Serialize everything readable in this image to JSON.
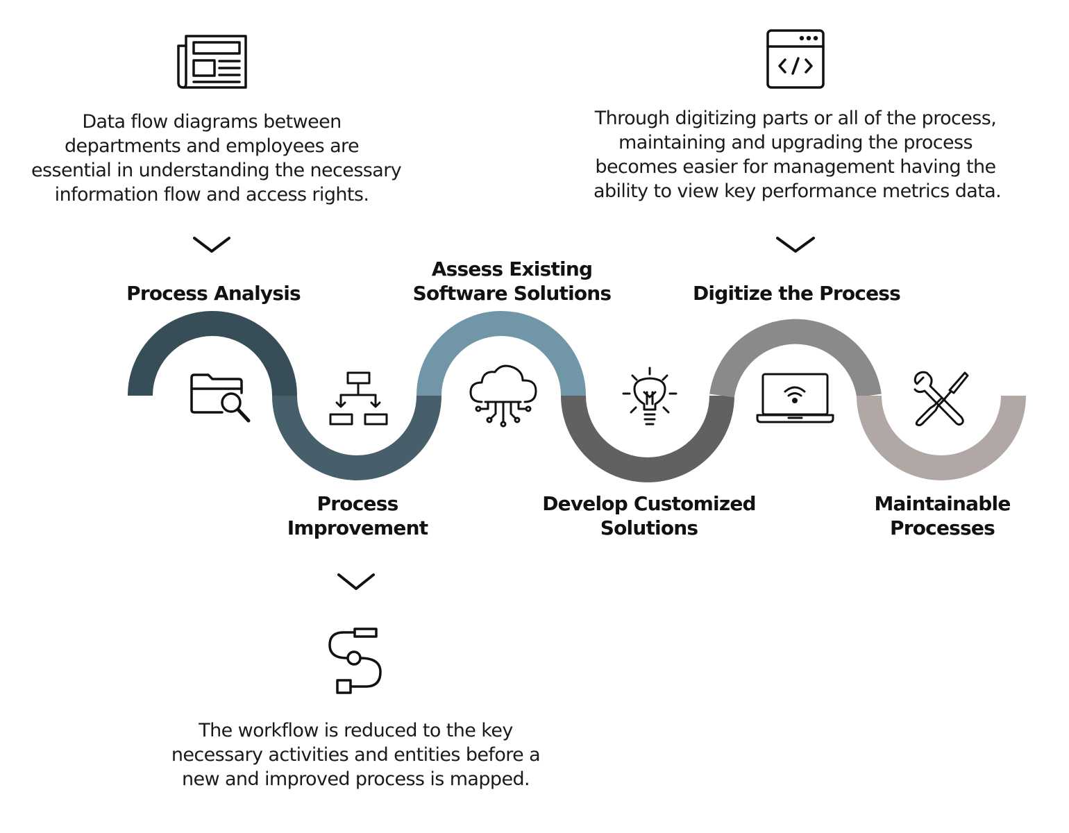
{
  "colors": {
    "step1": "#374e59",
    "step2": "#465f6b",
    "step3": "#7196a8",
    "step4": "#616062",
    "step5": "#8c898b",
    "step6": "#b1a8a6",
    "stroke": "#111111"
  },
  "steps": [
    {
      "title_lines": [
        "Process Analysis"
      ],
      "icon": "folder-search-icon"
    },
    {
      "title_lines": [
        "Process",
        "Improvement"
      ],
      "icon": "hierarchy-icon"
    },
    {
      "title_lines": [
        "Assess Existing",
        "Software Solutions"
      ],
      "icon": "cloud-circuit-icon"
    },
    {
      "title_lines": [
        "Develop Customized",
        "Solutions"
      ],
      "icon": "lightbulb-icon"
    },
    {
      "title_lines": [
        "Digitize the Process"
      ],
      "icon": "laptop-wifi-icon"
    },
    {
      "title_lines": [
        "Maintainable",
        "Processes"
      ],
      "icon": "wrench-screwdriver-icon"
    }
  ],
  "details": [
    {
      "icon": "newspaper-icon",
      "lines": [
        "Data flow diagrams between",
        "departments and employees are",
        "essential in understanding the necessary",
        "information flow and access rights."
      ]
    },
    {
      "icon": "code-window-icon",
      "lines": [
        "Through digitizing parts or all of the process,",
        "maintaining and upgrading the process",
        "becomes easier for management having the",
        "ability to view key performance metrics data."
      ]
    },
    {
      "icon": "workflow-path-icon",
      "lines": [
        "The workflow is reduced to the key",
        "necessary  activities and entities before a",
        "new and improved process is mapped."
      ]
    }
  ]
}
